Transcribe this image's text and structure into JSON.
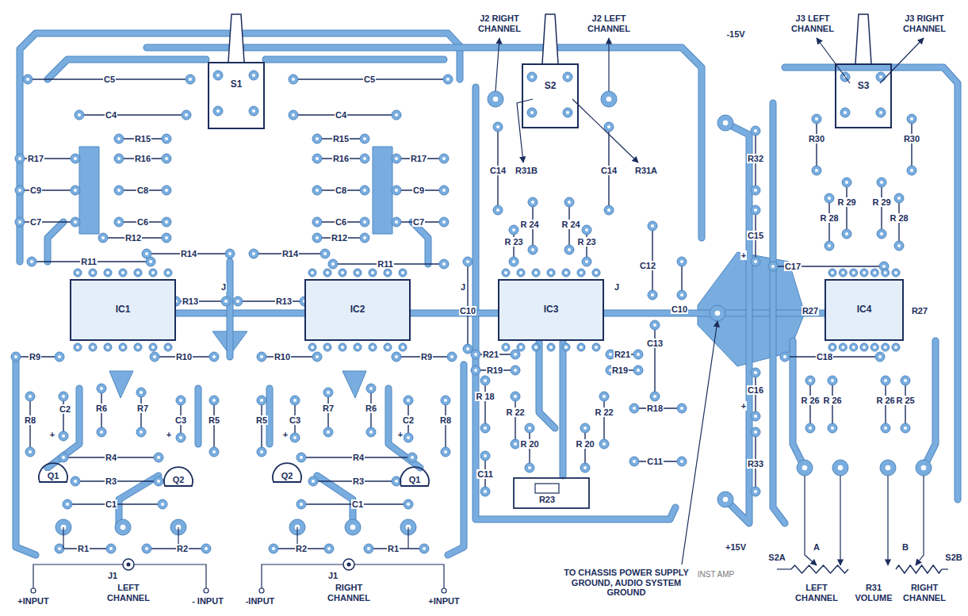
{
  "diagram": {
    "nodes": [
      {
        "text": [
          "S1"
        ]
      },
      {
        "text": [
          "S2"
        ]
      },
      {
        "text": [
          "S3"
        ]
      },
      {
        "text": [
          "IC1"
        ]
      },
      {
        "text": [
          "IC2"
        ]
      },
      {
        "text": [
          "IC3"
        ]
      },
      {
        "text": [
          "IC4"
        ]
      }
    ],
    "labels": [
      "C5",
      "C5",
      "C4",
      "C4",
      "R15",
      "R15",
      "R17",
      "R16",
      "R16",
      "R17",
      "C9",
      "C8",
      "C8",
      "C9",
      "C7",
      "C6",
      "C6",
      "C7",
      "R12",
      "R12",
      "R11",
      "R14",
      "R14",
      "R11",
      "J",
      "J",
      "J",
      "R13",
      "R13",
      "R9",
      "R10",
      "R10",
      "R9",
      "R8",
      "C2",
      "R6",
      "R7",
      "C3",
      "R5",
      "R5",
      "C3",
      "R7",
      "R6",
      "C2",
      "R8",
      "+",
      "+",
      "+",
      "+",
      "R4",
      "R4",
      "Q1",
      "R3",
      "Q2",
      "Q2",
      "R3",
      "Q1",
      "C1",
      "C1",
      "R1",
      "R2",
      "R2",
      "R1",
      "J1",
      "LEFT CHANNEL",
      "J1",
      "RIGHT CHANNEL",
      "+INPUT",
      "- INPUT",
      "-INPUT",
      "+INPUT",
      "J2 RIGHT CHANNEL",
      "J2 LEFT CHANNEL",
      "C14",
      "R31B",
      "C14",
      "R31A",
      "R 24",
      "R 24",
      "R 23",
      "R 23",
      "C12",
      "C10",
      "C10",
      "C13",
      "R21",
      "R21",
      "R19",
      "R19",
      "R 18",
      "R 22",
      "R 22",
      "R18",
      "R 20",
      "R 20",
      "C11",
      "C11",
      "R23",
      "-15V",
      "R32",
      "+",
      "C15",
      "C16",
      "+",
      "R33",
      "+15V",
      "TO CHASSIS POWER SUPPLY GROUND, AUDIO SYSTEM GROUND",
      "INST AMP",
      "J3 LEFT CHANNEL",
      "J3 RIGHT CHANNEL",
      "R30",
      "R30",
      "R 29",
      "R 28",
      "R 29",
      "R 28",
      "C17",
      "R27",
      "R27",
      "C18",
      "R 26",
      "R 26",
      "R 26",
      "R 25",
      "S2A",
      "A",
      "LEFT CHANNEL",
      "R31 VOLUME",
      "B",
      "S2B",
      "RIGHT CHANNEL"
    ]
  }
}
